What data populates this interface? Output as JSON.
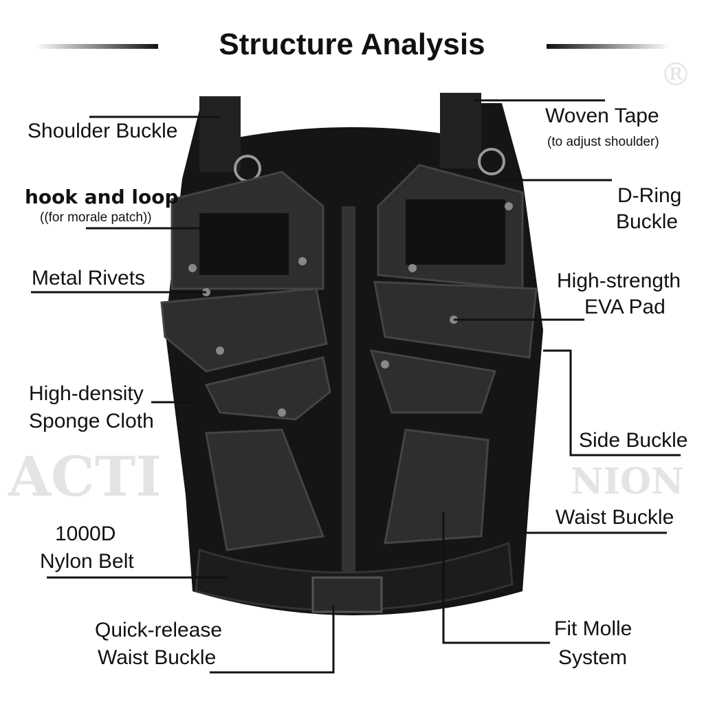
{
  "title": "Structure Analysis",
  "watermark": {
    "left": "ACTI",
    "right": "NION",
    "trademark": "®"
  },
  "colors": {
    "background": "#ffffff",
    "text": "#111111",
    "vest": "#151515",
    "pad": "#2b2b2b",
    "watermark": "#e4e4e4"
  },
  "labels_left": [
    {
      "text": "Shoulder Buckle"
    },
    {
      "text": "hook and loop",
      "note": "((for morale patch))"
    },
    {
      "text": "Metal Rivets"
    },
    {
      "text": "High-density",
      "text2": "Sponge Cloth"
    },
    {
      "text": "1000D",
      "text2": "Nylon Belt"
    },
    {
      "text": "Quick-release",
      "text2": "Waist Buckle"
    }
  ],
  "labels_right": [
    {
      "text": "Woven Tape",
      "note": "(to adjust shoulder)"
    },
    {
      "text": "D-Ring",
      "text2": "Buckle"
    },
    {
      "text": "High-strength",
      "text2": "EVA Pad"
    },
    {
      "text": "Side Buckle"
    },
    {
      "text": "Waist Buckle"
    },
    {
      "text": "Fit Molle",
      "text2": "System"
    }
  ]
}
